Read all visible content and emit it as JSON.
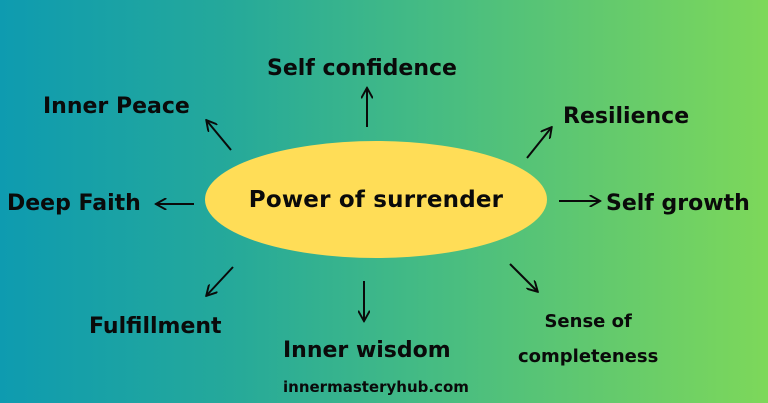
{
  "diagram": {
    "type": "mind-map",
    "central_topic": "Power of surrender",
    "branches": [
      {
        "label": "Self confidence",
        "direction": "up"
      },
      {
        "label": "Resilience",
        "direction": "up-right"
      },
      {
        "label": "Self growth",
        "direction": "right"
      },
      {
        "label": "Sense of completeness",
        "line1": "Sense of",
        "line2": "completeness",
        "direction": "down-right"
      },
      {
        "label": "Inner wisdom",
        "direction": "down"
      },
      {
        "label": "Fulfillment",
        "direction": "down-left"
      },
      {
        "label": "Deep Faith",
        "direction": "left"
      },
      {
        "label": "Inner Peace",
        "direction": "up-left"
      }
    ],
    "footer": "innermasteryhub.com"
  },
  "colors": {
    "gradient_start": "#0e9bb0",
    "gradient_end": "#7dd85a",
    "center_fill": "#ffdd57",
    "text": "#0a0a0a"
  }
}
